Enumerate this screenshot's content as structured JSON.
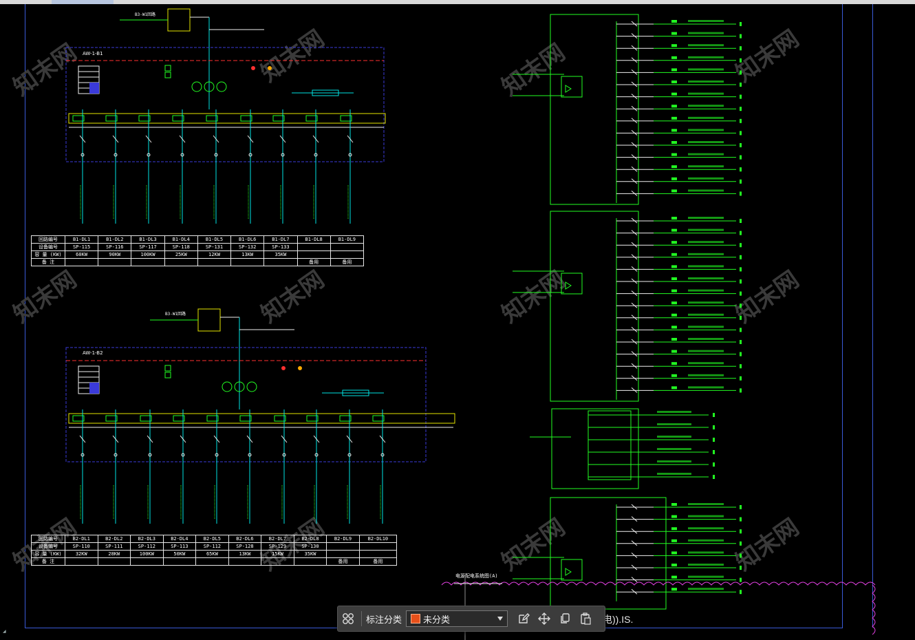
{
  "toolbar": {
    "label": "标注分类",
    "category_value": "未分类",
    "category_color": "#e8501a"
  },
  "drawing": {
    "partial_caption": "电)).IS.",
    "watermark": "知末网",
    "bottom_title": "电源配电系统图(A)",
    "panel_1": {
      "name": "AW-1-B1",
      "incoming_top": "B3-W1回路",
      "columns": [
        "回路编号",
        "B1-DL1",
        "B1-DL2",
        "B1-DL3",
        "B1-DL4",
        "B1-DL5",
        "B1-DL6",
        "B1-DL7",
        "B1-DL8",
        "B1-DL9"
      ],
      "rows": [
        [
          "设备编号",
          "SP-115",
          "SP-116",
          "SP-117",
          "SP-118",
          "SP-131",
          "SP-132",
          "SP-133",
          "",
          ""
        ],
        [
          "容 量 (KW)",
          "60KW",
          "90KW",
          "100KW",
          "25KW",
          "12KW",
          "13KW",
          "35KW",
          "",
          ""
        ],
        [
          "备 注",
          "",
          "",
          "",
          "",
          "",
          "",
          "",
          "备用",
          "备用"
        ]
      ]
    },
    "panel_2": {
      "name": "AW-1-B2",
      "incoming_top": "B3-W1回路",
      "columns": [
        "回路编号",
        "B2-DL1",
        "B2-DL2",
        "B2-DL3",
        "B2-DL4",
        "B2-DL5",
        "B2-DL6",
        "B2-DL7",
        "B2-DL8",
        "B2-DL9",
        "B2-DL10"
      ],
      "rows": [
        [
          "设备编号",
          "SP-110",
          "SP-111",
          "SP-112",
          "SP-113",
          "SP-112",
          "SP-128",
          "SP-129",
          "SP-130",
          "",
          ""
        ],
        [
          "容 量 (KW)",
          "32KW",
          "28KW",
          "100KW",
          "50KW",
          "65KW",
          "13KW",
          "15KW",
          "35KW",
          "",
          ""
        ],
        [
          "备 注",
          "",
          "",
          "",
          "",
          "",
          "",
          "",
          "",
          "备用",
          "备用"
        ]
      ]
    }
  }
}
